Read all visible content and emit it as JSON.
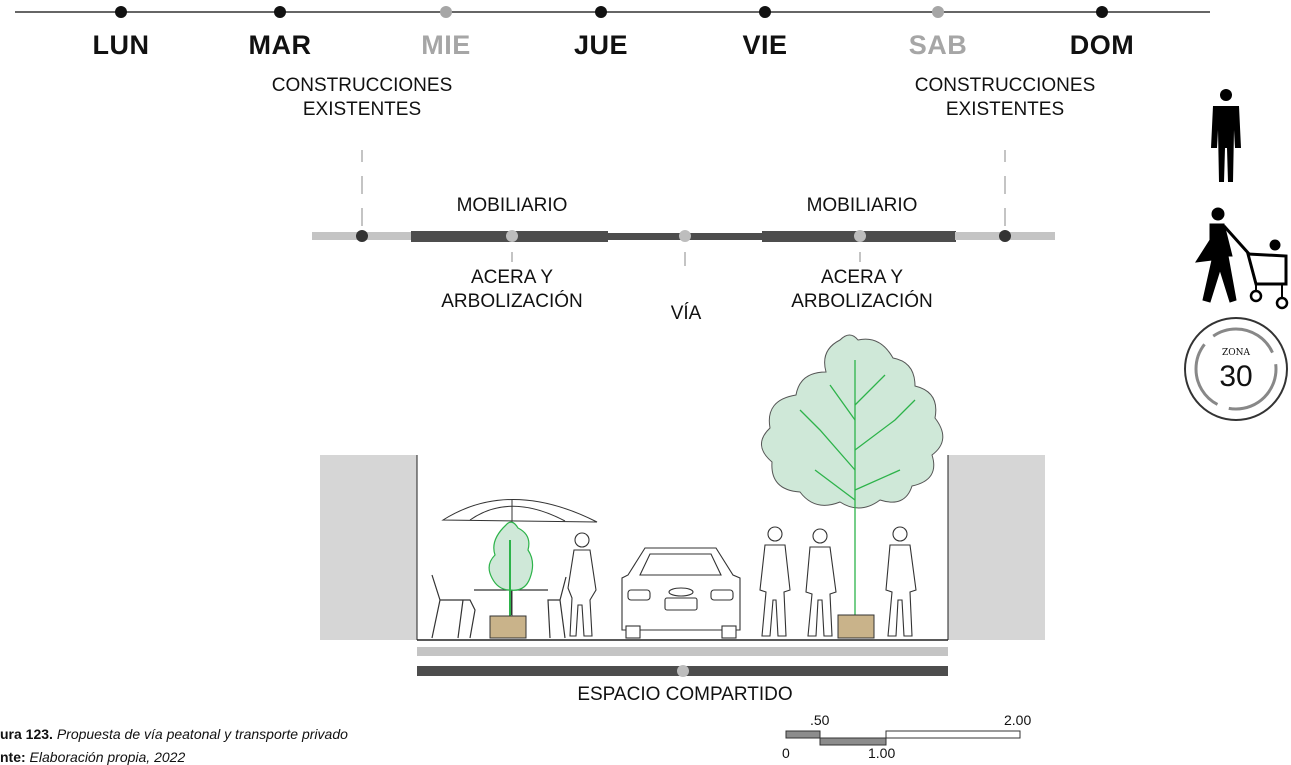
{
  "timeline": {
    "days": [
      {
        "label": "LUN",
        "active": true
      },
      {
        "label": "MAR",
        "active": true
      },
      {
        "label": "MIE",
        "active": false
      },
      {
        "label": "JUE",
        "active": true
      },
      {
        "label": "VIE",
        "active": true
      },
      {
        "label": "SAB",
        "active": false
      },
      {
        "label": "DOM",
        "active": true
      }
    ],
    "active_color": "#111111",
    "inactive_color": "#a6a6a6"
  },
  "section_labels": {
    "existing_left": [
      "CONSTRUCCIONES",
      "EXISTENTES"
    ],
    "existing_right": [
      "CONSTRUCCIONES",
      "EXISTENTES"
    ],
    "furniture_left": "MOBILIARIO",
    "furniture_right": "MOBILIARIO",
    "sidewalk_left": [
      "ACERA Y",
      "ARBOLIZACIÓN"
    ],
    "sidewalk_right": [
      "ACERA Y",
      "ARBOLIZACIÓN"
    ],
    "road": "VÍA",
    "shared": "ESPACIO COMPARTIDO"
  },
  "icons": {
    "pedestrian": "pedestrian-icon",
    "stroller": "stroller-icon",
    "zone_sign": {
      "top": "ZONA",
      "number": "30"
    }
  },
  "caption": {
    "figure_label": "ura 123.",
    "figure_text": " Propuesta de vía peatonal y transporte privado",
    "source_label": "nte:",
    "source_text": " Elaboración propia, 2022"
  },
  "scale": {
    "ticks": [
      "0",
      ".50",
      "1.00",
      "2.00"
    ]
  },
  "colors": {
    "dark_bar": "#4d4d4d",
    "light_bar": "#c4c4c4",
    "building": "#d6d6d6",
    "tree_fill": "#cfe8d8",
    "tree_line": "#2db34a",
    "planter": "#c9b38a"
  }
}
